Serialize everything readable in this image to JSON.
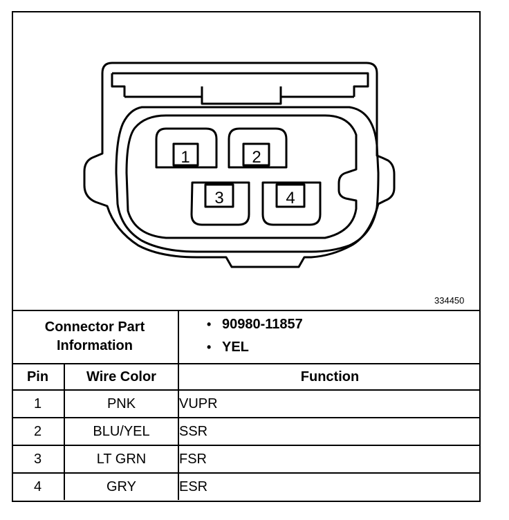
{
  "figure_id": "334450",
  "connector": {
    "pins": [
      "1",
      "2",
      "3",
      "4"
    ]
  },
  "table": {
    "part_info_label": [
      "Connector Part",
      "Information"
    ],
    "part_info_values": [
      "90980-11857",
      "YEL"
    ],
    "headers": {
      "pin": "Pin",
      "wire_color": "Wire Color",
      "function": "Function"
    },
    "rows": [
      {
        "pin": "1",
        "wire_color": "PNK",
        "function": "VUPR"
      },
      {
        "pin": "2",
        "wire_color": "BLU/YEL",
        "function": "SSR"
      },
      {
        "pin": "3",
        "wire_color": "LT GRN",
        "function": "FSR"
      },
      {
        "pin": "4",
        "wire_color": "GRY",
        "function": "ESR"
      }
    ]
  }
}
